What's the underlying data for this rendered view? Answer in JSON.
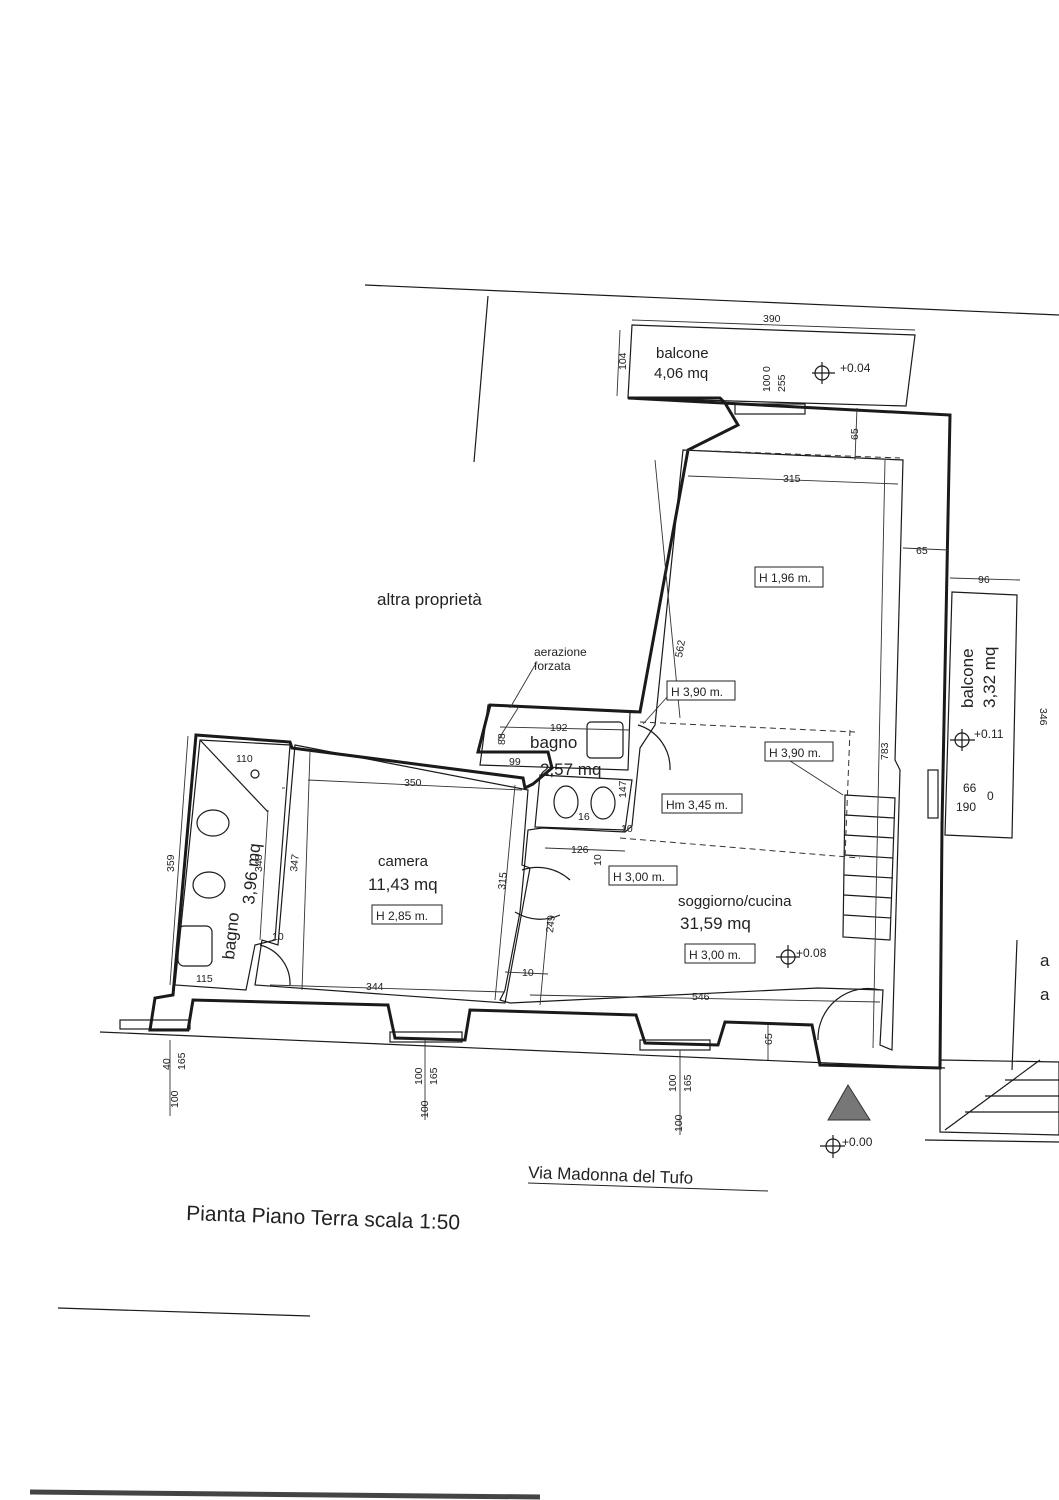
{
  "labels": {
    "altra_proprieta": "altra proprietà",
    "aerazione": "aerazione",
    "forzata": "forzata",
    "street": "Via Madonna del Tufo",
    "title": "Pianta Piano Terra scala 1:50",
    "a1": "a",
    "a2": "a"
  },
  "rooms": {
    "balcone_top": {
      "name": "balcone",
      "area": "4,06 mq"
    },
    "balcone_right": {
      "name": "balcone",
      "area": "3,32 mq"
    },
    "camera": {
      "name": "camera",
      "area": "11,43 mq"
    },
    "soggiorno": {
      "name": "soggiorno/cucina",
      "area": "31,59 mq"
    },
    "bagno_small": {
      "name": "bagno",
      "area": "2,57 mq"
    },
    "bagno_left": {
      "name": "bagno",
      "area": "3,96 mq"
    }
  },
  "heights": {
    "h196": "H 1,96 m.",
    "h390a": "H 3,90 m.",
    "h390b": "H 3,90 m.",
    "hm345": "Hm 3,45 m.",
    "h300a": "H 3,00 m.",
    "h300b": "H 3,00 m.",
    "h285": "H 2,85 m."
  },
  "levels": {
    "balcone_top": "+0.04",
    "balcone_right": "+0.11",
    "soggiorno": "+0.08",
    "street": "+0.00"
  },
  "dims": {
    "d390": "390",
    "d104": "104",
    "d100_top": "100",
    "d255": "255",
    "d0_top": "0",
    "d65_top": "65",
    "d315_top": "315",
    "d65_right": "65",
    "d96": "96",
    "d346": "346",
    "d562": "562",
    "d783": "783",
    "d192": "192",
    "d88": "88",
    "d99": "99",
    "d147": "147",
    "d16": "16",
    "d10_a": "10",
    "d126": "126",
    "d10_b": "10",
    "d350": "350",
    "d110": "110",
    "d359": "359",
    "d348": "348",
    "d347": "347",
    "d315_mid": "315",
    "d249": "249",
    "d10_c": "10",
    "d10_d": "10",
    "d115": "115",
    "d344": "344",
    "d546": "546",
    "d65_bottom": "65",
    "d66": "66",
    "d0_right": "0",
    "d190": "190",
    "w1_40": "40",
    "w1_165": "165",
    "w1_100": "100",
    "w2_100": "100",
    "w2_165": "165",
    "w2_100b": "100",
    "w3_100": "100",
    "w3_165": "165",
    "w3_100b": "100"
  }
}
